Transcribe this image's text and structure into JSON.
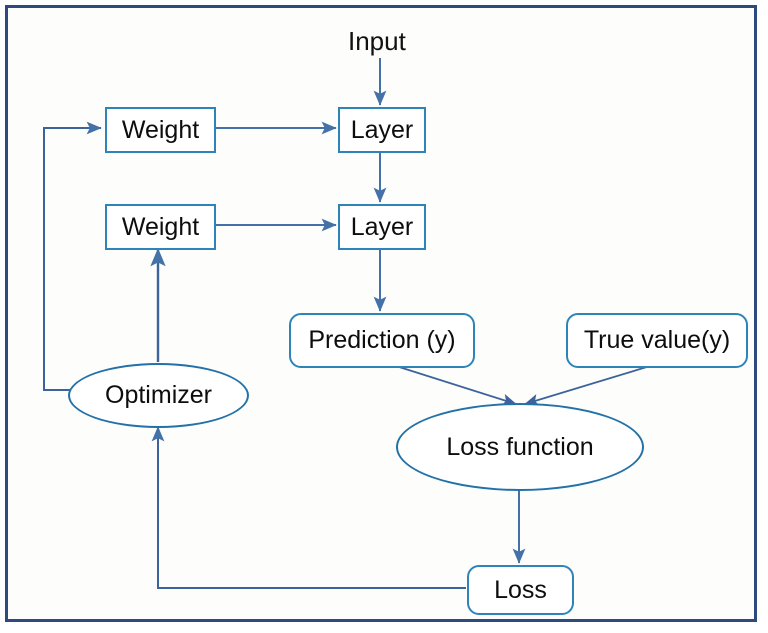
{
  "diagram": {
    "title": "Neural network training loop diagram",
    "colors": {
      "outer_frame": "#2e4a7d",
      "node_border": "#2e83b8",
      "ellipse_border": "#2271a8",
      "arrow": "#4472a8",
      "background": "#fdfdfb",
      "text": "#111111"
    },
    "nodes": {
      "input": {
        "label": "Input",
        "shape": "text"
      },
      "weight_top": {
        "label": "Weight",
        "shape": "rectangle"
      },
      "weight_bottom": {
        "label": "Weight",
        "shape": "rectangle"
      },
      "layer_top": {
        "label": "Layer",
        "shape": "rectangle"
      },
      "layer_bottom": {
        "label": "Layer",
        "shape": "rectangle"
      },
      "prediction": {
        "label": "Prediction (y)",
        "shape": "rounded-rectangle"
      },
      "true_value": {
        "label": "True value(y)",
        "shape": "rounded-rectangle"
      },
      "loss_function": {
        "label": "Loss function",
        "shape": "ellipse"
      },
      "optimizer": {
        "label": "Optimizer",
        "shape": "ellipse"
      },
      "loss": {
        "label": "Loss",
        "shape": "rounded-rectangle"
      }
    },
    "edges": [
      {
        "from": "input",
        "to": "layer_top",
        "style": "straight-arrow"
      },
      {
        "from": "weight_top",
        "to": "layer_top",
        "style": "straight-arrow"
      },
      {
        "from": "layer_top",
        "to": "layer_bottom",
        "style": "straight-arrow"
      },
      {
        "from": "weight_bottom",
        "to": "layer_bottom",
        "style": "straight-arrow"
      },
      {
        "from": "layer_bottom",
        "to": "prediction",
        "style": "straight-arrow"
      },
      {
        "from": "prediction",
        "to": "loss_function",
        "style": "diagonal-arrow"
      },
      {
        "from": "true_value",
        "to": "loss_function",
        "style": "diagonal-arrow"
      },
      {
        "from": "loss_function",
        "to": "loss",
        "style": "straight-arrow"
      },
      {
        "from": "loss",
        "to": "optimizer",
        "style": "elbow-arrow"
      },
      {
        "from": "optimizer",
        "to": "weight_bottom",
        "style": "straight-arrow"
      },
      {
        "from": "optimizer",
        "to": "weight_top",
        "style": "elbow-arrow"
      }
    ]
  }
}
